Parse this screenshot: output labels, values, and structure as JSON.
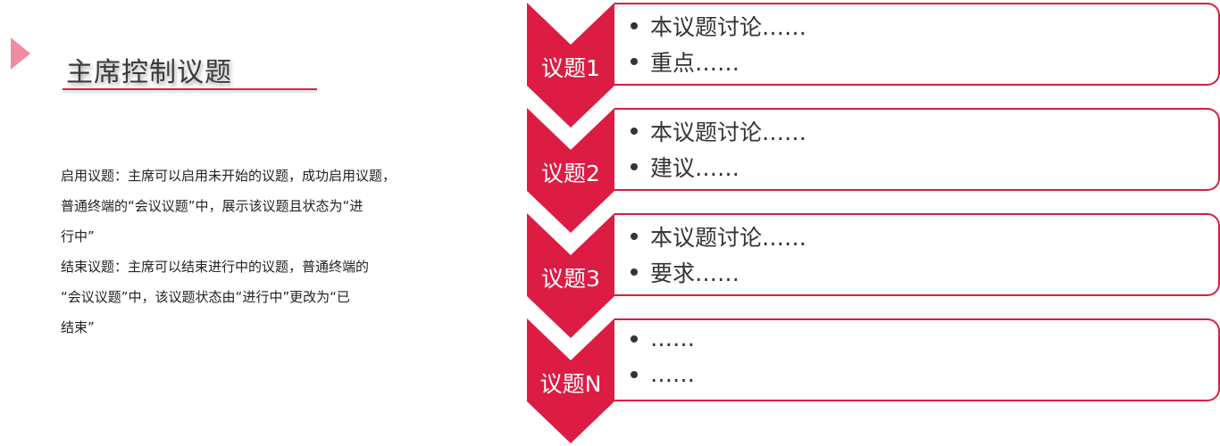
{
  "header": {
    "title": "主席控制议题"
  },
  "description": {
    "lines": [
      "启用议题：主席可以启用未开始的议题，成功启用议题，",
      "普通终端的“会议议题”中，展示该议题且状态为“进",
      "行中”",
      "结束议题：主席可以结束进行中的议题，普通终端的",
      "“会议议题”中，该议题状态由“进行中”更改为“已",
      "结束”"
    ]
  },
  "colors": {
    "accent": "#dc1c43"
  },
  "topics": [
    {
      "label": "议题1",
      "items": [
        "本议题讨论……",
        "重点……"
      ]
    },
    {
      "label": "议题2",
      "items": [
        "本议题讨论……",
        "建议……"
      ]
    },
    {
      "label": "议题3",
      "items": [
        "本议题讨论……",
        "要求……"
      ]
    },
    {
      "label": "议题N",
      "items": [
        "……",
        "……"
      ]
    }
  ]
}
